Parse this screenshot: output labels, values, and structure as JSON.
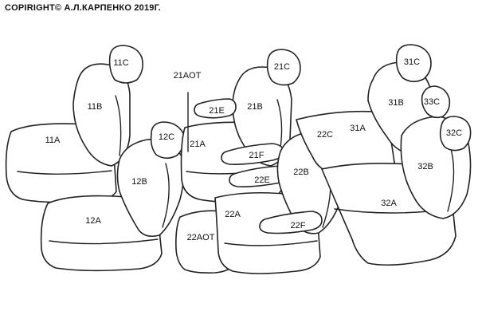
{
  "copyright": "COPIRIGHT© А.Л.КАРПЕНКО 2019Г.",
  "labels": {
    "s11a": "11A",
    "s11b": "11B",
    "s11c": "11C",
    "s12a": "12A",
    "s12b": "12B",
    "s12c": "12C",
    "s21aot": "21AOT",
    "s21a": "21A",
    "s21b": "21B",
    "s21c": "21C",
    "s21e": "21E",
    "s21f": "21F",
    "s22a": "22A",
    "s22aot": "22AOT",
    "s22b": "22B",
    "s22c": "22C",
    "s22e": "22E",
    "s22f": "22F",
    "s31a": "31A",
    "s31b": "31B",
    "s31c": "31C",
    "s32a": "32A",
    "s32b": "32B",
    "s32c": "32C",
    "s33c": "33C"
  }
}
